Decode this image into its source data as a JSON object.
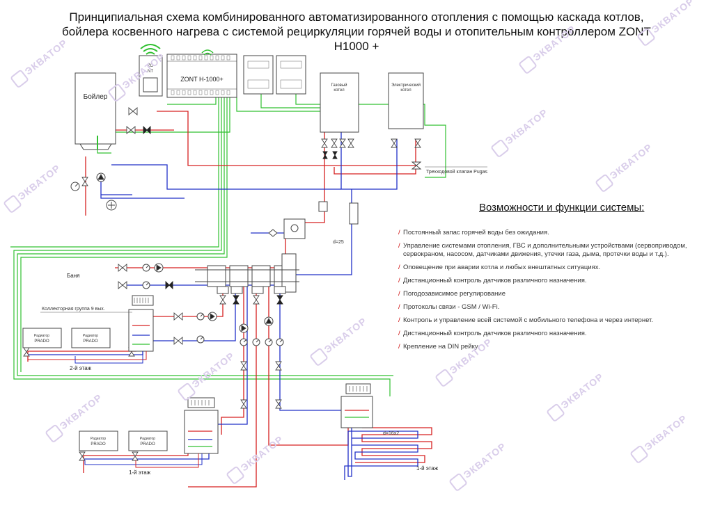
{
  "title": {
    "line1": "Принципиальная схема комбинированного автоматизированного отопления с помощью каскада котлов,",
    "line2": "бойлера косвенного нагрева с системой рециркуляции горячей воды и отопительным контроллером ZONT",
    "line3": "H1000 +"
  },
  "labels": {
    "boiler": "Бойлер",
    "gas_boiler_l1": "Газовый",
    "gas_boiler_l2": "котел",
    "el_boiler_l1": "Электрический",
    "el_boiler_l2": "котел",
    "zont": "ZONT  H-1000+",
    "three_way": "Трехходовой клапан Pugas",
    "d25": "d=25",
    "banya": "Баня",
    "collector": "Коллекторная группа 9 вых.",
    "floor2": "2-й этаж",
    "floor1_left": "1-й этаж",
    "floor1_right": "1-й этаж",
    "d16": "d=16х2",
    "rad_word": "Радиатор",
    "rad_model": "PRADO"
  },
  "features": {
    "heading": "Возможности и функции системы:",
    "items": [
      "Постоянный запас горячей воды без ожидания.",
      "Управление системами отопления, ГВС и дополнительными устройствами (сервоприводом, сервокраном, насосом, датчиками движения, утечки газа, дыма, протечки воды и т.д.).",
      "Оповещение при аварии котла и любых внештатных ситуациях.",
      "Дистанционный контроль датчиков различного назначения.",
      "Погодозависимое регулирование",
      "Протоколы связи - GSM / Wi-Fi.",
      "Контроль и управление всей системой с мобильного телефона и через интернет.",
      "Дистанционный контроль датчиков различного назначения.",
      "Крепление на DIN рейку."
    ]
  },
  "watermark": "ЭКВАТОР",
  "colors": {
    "supply": "#d62020",
    "return": "#2030c8",
    "signal": "#30c030",
    "device": "#444444"
  },
  "icons": [
    "wifi-icon",
    "pump-icon",
    "valve-icon",
    "manometer-icon",
    "check-valve-icon"
  ]
}
